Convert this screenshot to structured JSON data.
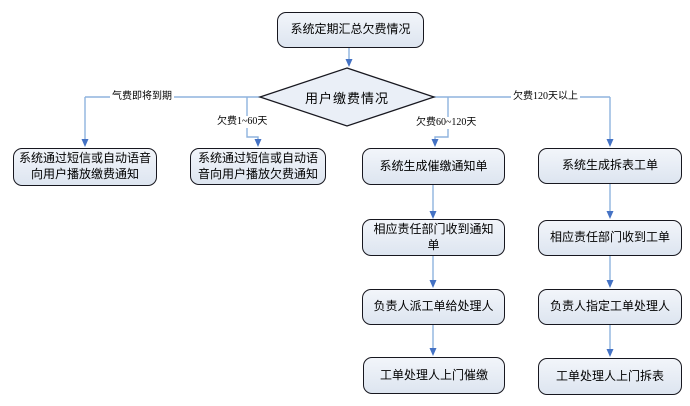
{
  "flowchart": {
    "start": "系统定期汇总欠费情况",
    "decision": "用户缴费情况",
    "branches": [
      {
        "condition": "气费即将到期",
        "steps": [
          "系统通过短信或自动语音向用户播放缴费通知"
        ]
      },
      {
        "condition": "欠费1~60天",
        "steps": [
          "系统通过短信或自动语音向用户播放欠费通知"
        ]
      },
      {
        "condition": "欠费60~120天",
        "steps": [
          "系统生成催缴通知单",
          "相应责任部门收到通知单",
          "负责人派工单给处理人",
          "工单处理人上门催缴"
        ]
      },
      {
        "condition": "欠费120天以上",
        "steps": [
          "系统生成拆表工单",
          "相应责任部门收到工单",
          "负责人指定工单处理人",
          "工单处理人上门拆表"
        ]
      }
    ]
  },
  "colors": {
    "node_fill_top": "#f2f5fa",
    "node_fill_bottom": "#dde5f0",
    "node_border": "#17171f",
    "connector": "#8fb3de",
    "arrowhead": "#4472c4",
    "text": "#000000",
    "bg": "#ffffff"
  }
}
